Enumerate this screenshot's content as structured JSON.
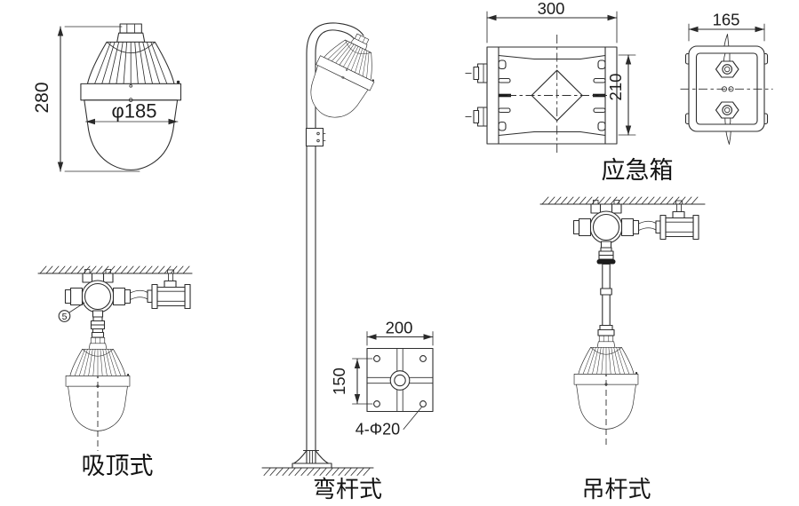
{
  "page": {
    "background": "#ffffff",
    "line_color": "#2e2e2e",
    "text_color": "#1c1c1c"
  },
  "views": {
    "lamp_front": {
      "height_dim": "280",
      "diameter_dim": "φ185"
    },
    "emergency_box": {
      "label": "应急箱",
      "front": {
        "width_dim": "300",
        "height_dim": "210"
      },
      "side": {
        "width_dim": "165"
      }
    },
    "ceiling_mount": {
      "label": "吸顶式",
      "callout_number": "5"
    },
    "bent_pole": {
      "label": "弯杆式",
      "base_plate": {
        "width_dim": "200",
        "hole_pitch_dim": "150",
        "holes_label": "4-Φ20"
      }
    },
    "pendant": {
      "label": "吊杆式"
    }
  }
}
